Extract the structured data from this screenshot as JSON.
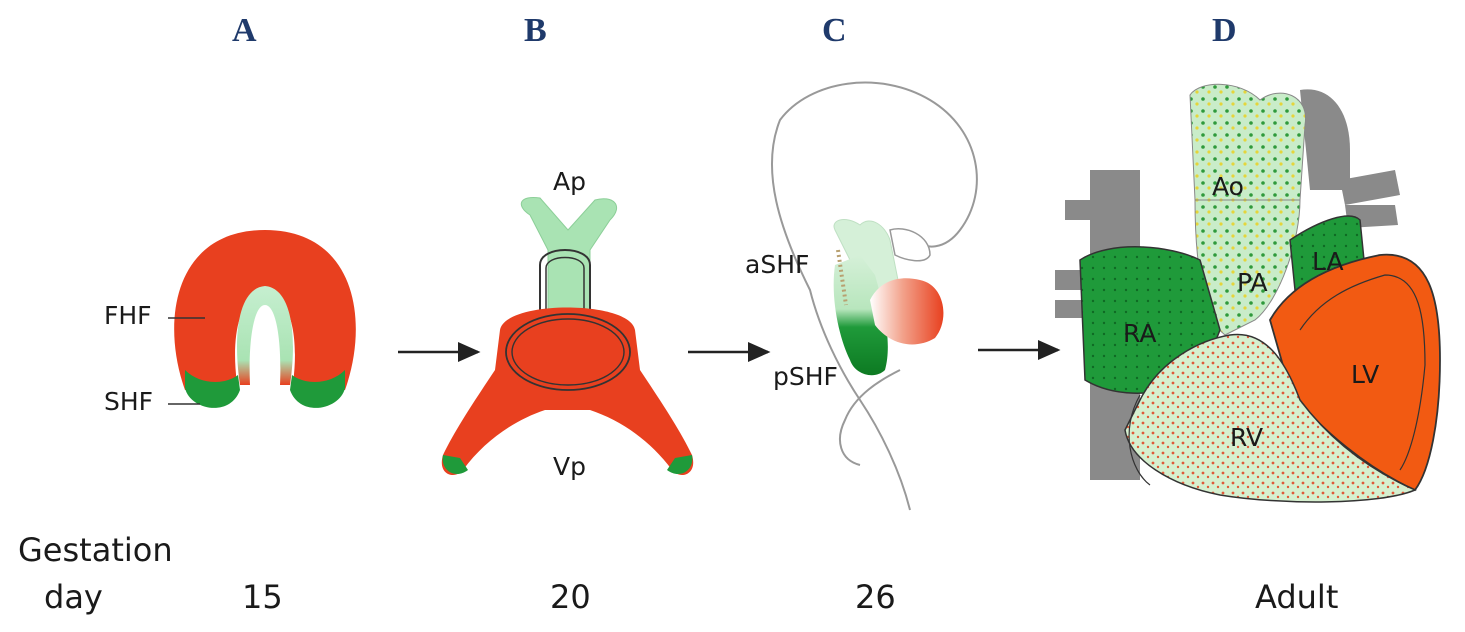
{
  "panels": {
    "a": {
      "letter": "A",
      "labels": {
        "fhf": "FHF",
        "shf": "SHF"
      }
    },
    "b": {
      "letter": "B",
      "labels": {
        "ap": "Ap",
        "vp": "Vp"
      }
    },
    "c": {
      "letter": "C",
      "labels": {
        "ashf": "aSHF",
        "pshf": "pSHF"
      }
    },
    "d": {
      "letter": "D",
      "labels": {
        "ao": "Ao",
        "pa": "PA",
        "la": "LA",
        "ra": "RA",
        "lv": "LV",
        "rv": "RV"
      }
    }
  },
  "timeline": {
    "caption_line1": "Gestation",
    "caption_line2": "day",
    "days": [
      "15",
      "20",
      "26",
      "Adult"
    ]
  },
  "colors": {
    "first_heart_field": "#e8401f",
    "second_heart_field": "#1f9a3a",
    "light_green": "#bfe8c4",
    "vessel_gray": "#8a8a8a",
    "letter_blue": "#1f3a6b"
  }
}
